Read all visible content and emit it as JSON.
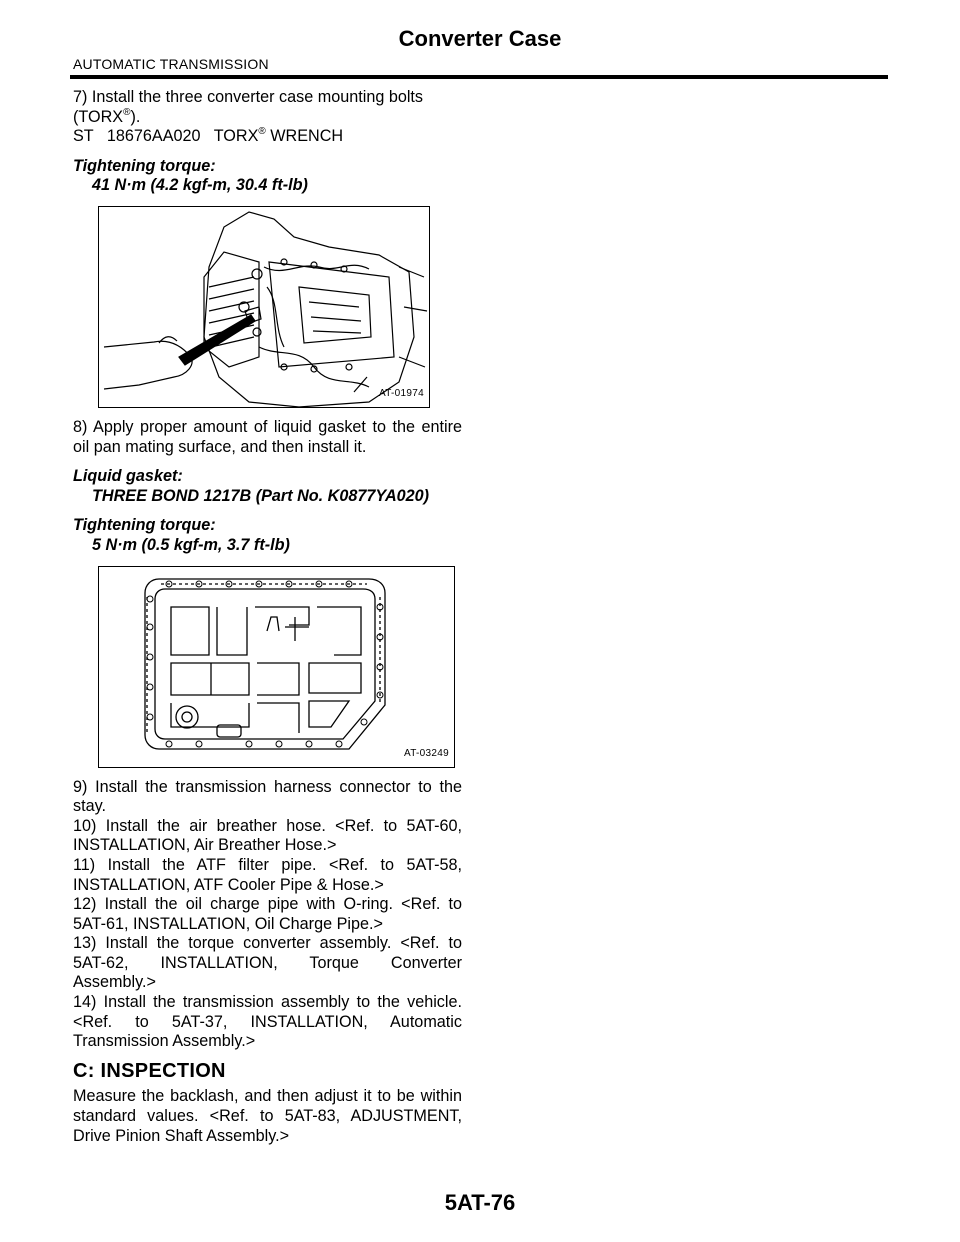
{
  "header": {
    "title": "Converter Case",
    "section": "AUTOMATIC TRANSMISSION"
  },
  "step7": {
    "text_a": "7) Install the three converter case mounting bolts",
    "text_b": "(TORX",
    "reg": "®",
    "text_c": ").",
    "st_line_a": "ST   18676AA020   TORX",
    "st_line_b": " WRENCH"
  },
  "torque1": {
    "label": "Tightening torque:",
    "value": "41 N·m (4.2 kgf-m, 30.4 ft-lb)"
  },
  "figure1": {
    "code": "AT-01974"
  },
  "step8": {
    "text": "8) Apply proper amount of liquid gasket to the entire oil pan mating surface, and then install it."
  },
  "gasket": {
    "label": "Liquid gasket:",
    "value": "THREE BOND 1217B (Part No. K0877YA020)"
  },
  "torque2": {
    "label": "Tightening torque:",
    "value": "5 N·m (0.5 kgf-m, 3.7 ft-lb)"
  },
  "figure2": {
    "code": "AT-03249"
  },
  "steps": {
    "s9": "9) Install the transmission harness connector to the stay.",
    "s10": "10) Install the air breather hose. <Ref. to 5AT-60, INSTALLATION, Air Breather Hose.>",
    "s11": "11) Install the ATF filter pipe. <Ref. to 5AT-58, INSTALLATION, ATF Cooler Pipe & Hose.>",
    "s12": "12) Install the oil charge pipe with O-ring. <Ref. to 5AT-61, INSTALLATION, Oil Charge Pipe.>",
    "s13": "13) Install the torque converter assembly. <Ref. to 5AT-62, INSTALLATION, Torque Converter Assembly.>",
    "s14": "14) Install the transmission assembly to the vehicle. <Ref. to 5AT-37, INSTALLATION, Automatic Transmission Assembly.>"
  },
  "inspection": {
    "heading": "C:  INSPECTION",
    "text": "Measure the backlash, and then adjust it to be within standard values. <Ref. to 5AT-83, ADJUSTMENT, Drive Pinion Shaft Assembly.>"
  },
  "footer": {
    "page_number": "5AT-76"
  }
}
